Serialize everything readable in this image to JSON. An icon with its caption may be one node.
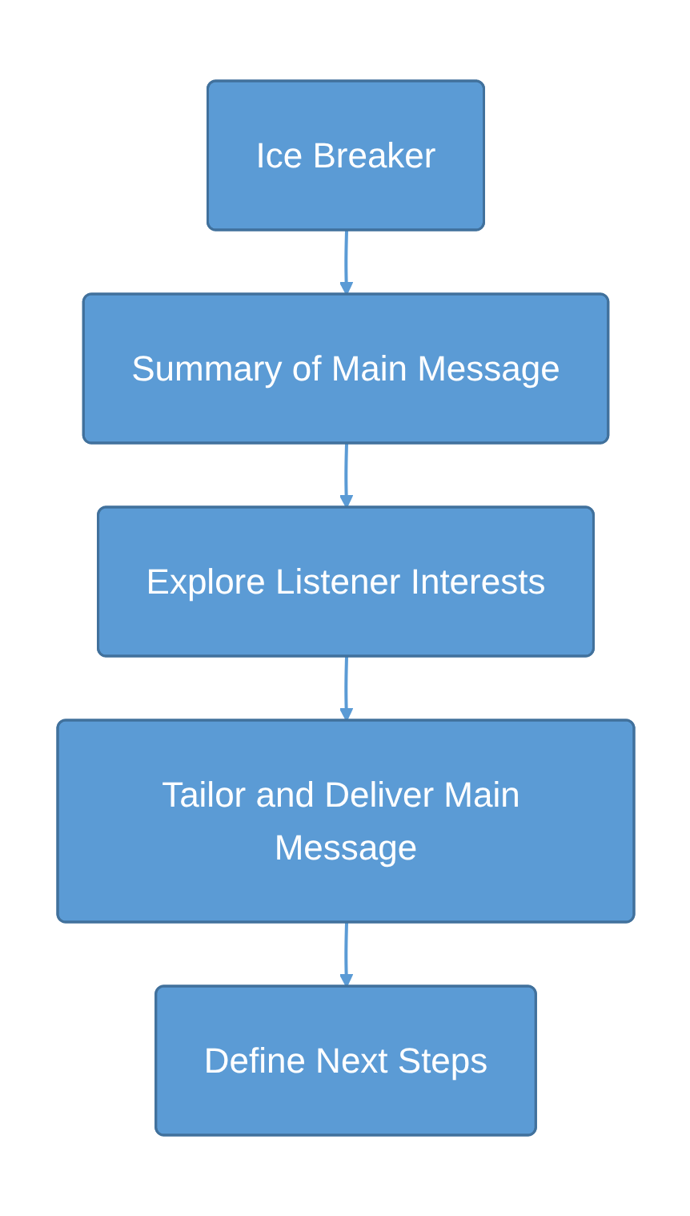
{
  "diagram": {
    "nodes": [
      {
        "text": [
          "Ice Breaker"
        ]
      },
      {
        "text": [
          "Summary of Main Message"
        ]
      },
      {
        "text": [
          "Explore Listener Interests"
        ]
      },
      {
        "text": [
          "Tailor and Deliver Main Message"
        ]
      },
      {
        "text": [
          "Define Next Steps"
        ]
      }
    ],
    "edges": [
      {
        "from": 0,
        "to": 1,
        "arrow": "to"
      },
      {
        "from": 1,
        "to": 2,
        "arrow": "to"
      },
      {
        "from": 2,
        "to": 3,
        "arrow": "to"
      },
      {
        "from": 3,
        "to": 4,
        "arrow": "to"
      }
    ]
  }
}
